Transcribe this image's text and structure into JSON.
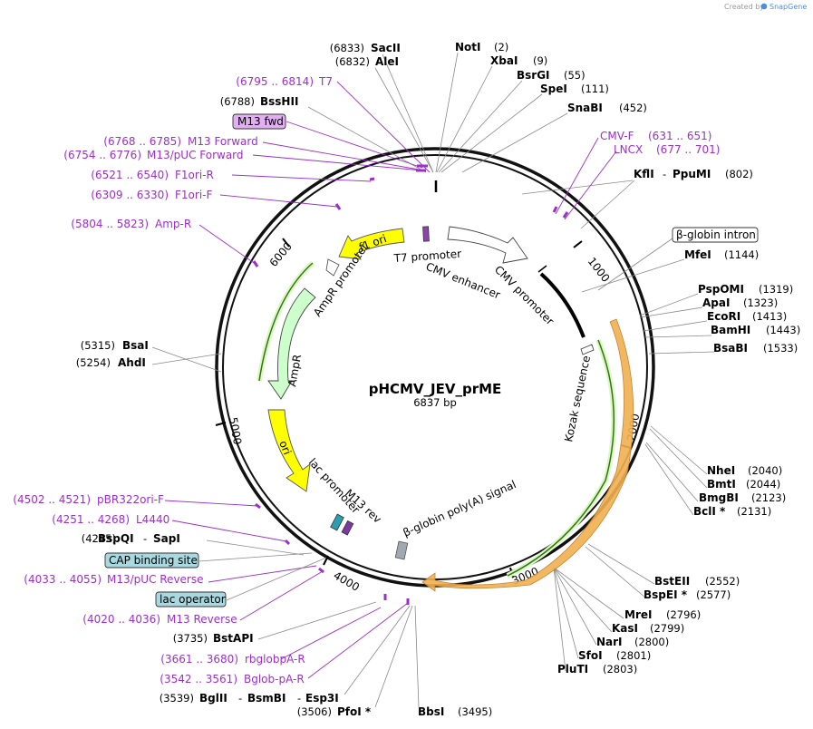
{
  "credit": {
    "created_by": "Created by",
    "app": "SnapGene"
  },
  "plasmid": {
    "name": "pHCMV_JEV_prME",
    "length_label": "6837 bp"
  },
  "ticks": [
    "1000",
    "2000",
    "3000",
    "4000",
    "5000",
    "6000"
  ],
  "sites": [
    {
      "pos": "(6833)",
      "name": "SacII"
    },
    {
      "pos": "(6832)",
      "name": "AleI"
    },
    {
      "pos": "(6788)",
      "name": "BssHII"
    },
    {
      "name": "NotI",
      "pos": "(2)"
    },
    {
      "name": "XbaI",
      "pos": "(9)"
    },
    {
      "name": "BsrGI",
      "pos": "(55)"
    },
    {
      "name": "SpeI",
      "pos": "(111)"
    },
    {
      "name": "SnaBI",
      "pos": "(452)"
    },
    {
      "name": "KflI",
      "sep": "-",
      "name2": "PpuMI",
      "pos": "(802)"
    },
    {
      "name": "MfeI",
      "pos": "(1144)"
    },
    {
      "name": "PspOMI",
      "pos": "(1319)"
    },
    {
      "name": "ApaI",
      "pos": "(1323)"
    },
    {
      "name": "EcoRI",
      "pos": "(1413)"
    },
    {
      "name": "BamHI",
      "pos": "(1443)"
    },
    {
      "name": "BsaBI",
      "pos": "(1533)"
    },
    {
      "name": "NheI",
      "pos": "(2040)"
    },
    {
      "name": "BmtI",
      "pos": "(2044)"
    },
    {
      "name": "BmgBI",
      "pos": "(2123)"
    },
    {
      "name": "BclI *",
      "pos": "(2131)"
    },
    {
      "name": "BstEII",
      "pos": "(2552)"
    },
    {
      "name": "BspEI *",
      "pos": "(2577)"
    },
    {
      "name": "MreI",
      "pos": "(2796)"
    },
    {
      "name": "KasI",
      "pos": "(2799)"
    },
    {
      "name": "NarI",
      "pos": "(2800)"
    },
    {
      "name": "SfoI",
      "pos": "(2801)"
    },
    {
      "name": "PluTI",
      "pos": "(2803)"
    },
    {
      "name": "BbsI",
      "pos": "(3495)"
    },
    {
      "pos": "(3506)",
      "name": "PfoI *"
    },
    {
      "pos": "(3539)",
      "name": "BglII",
      "sep": "-",
      "name2": "BsmBI",
      "sep2": "-",
      "name3": "Esp3I"
    },
    {
      "pos": "(3735)",
      "name": "BstAPI"
    },
    {
      "pos": "(4245)",
      "name": "BspQI",
      "sep": "-",
      "name2": "SapI"
    },
    {
      "pos": "(5254)",
      "name": "AhdI"
    },
    {
      "pos": "(5315)",
      "name": "BsaI"
    }
  ],
  "primers": [
    {
      "range": "(6795 .. 6814)",
      "name": "T7"
    },
    {
      "range": "(6768 .. 6785)",
      "name": "M13 Forward"
    },
    {
      "range": "(6754 .. 6776)",
      "name": "M13/pUC Forward"
    },
    {
      "range": "(6521 .. 6540)",
      "name": "F1ori-R"
    },
    {
      "range": "(6309 .. 6330)",
      "name": "F1ori-F"
    },
    {
      "range": "(5804 .. 5823)",
      "name": "Amp-R"
    },
    {
      "name": "CMV-F",
      "range": "(631 .. 651)"
    },
    {
      "name": "LNCX",
      "range": "(677 .. 701)"
    },
    {
      "range": "(4502 .. 4521)",
      "name": "pBR322ori-F"
    },
    {
      "range": "(4251 .. 4268)",
      "name": "L4440"
    },
    {
      "range": "(4033 .. 4055)",
      "name": "M13/pUC Reverse"
    },
    {
      "range": "(4020 .. 4036)",
      "name": "M13 Reverse"
    },
    {
      "range": "(3661 .. 3680)",
      "name": "rbglobpA-R"
    },
    {
      "range": "(3542 .. 3561)",
      "name": "Bglob-pA-R"
    }
  ],
  "boxed_labels": {
    "m13_fwd": "M13 fwd",
    "beta_globin_intron": "β-globin intron",
    "cap_binding_site": "CAP binding site",
    "lac_operator": "lac operator"
  },
  "features": {
    "t7_promoter": "T7 promoter",
    "cmv_enhancer": "CMV enhancer",
    "cmv_promoter": "CMV promoter",
    "kozak": "Kozak sequence",
    "polya": "β-globin poly(A) signal",
    "m13_rev": "M13 rev",
    "lac_promoter": "lac promoter",
    "ori": "ori",
    "ampr": "AmpR",
    "ampr_promoter": "AmpR promoter",
    "f1_ori": "f1 ori"
  },
  "colors": {
    "primer": "#9b30c8",
    "f1_ori": "#ffff00",
    "ori": "#ffff00",
    "ampr": "#ccffcc",
    "prme_orf": "#f0b050",
    "boxed_primer": "#e0b0f0",
    "boxed_misc": "#a8d8e0"
  }
}
